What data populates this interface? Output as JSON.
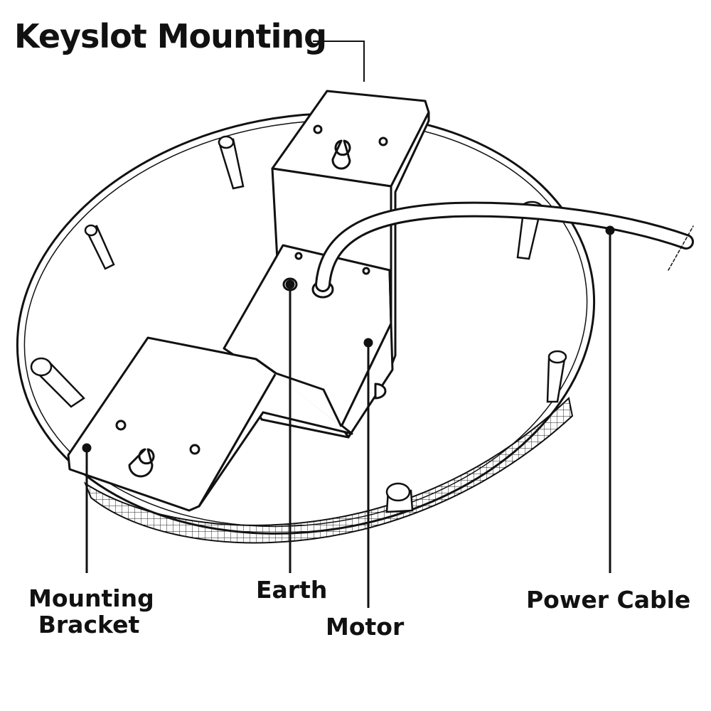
{
  "title": "Keyslot Mounting",
  "labels": {
    "mounting_bracket_line1": "Mounting",
    "mounting_bracket_line2": "Bracket",
    "earth": "Earth",
    "motor": "Motor",
    "power_cable": "Power Cable"
  },
  "colors": {
    "line": "#111111",
    "background": "#ffffff"
  }
}
